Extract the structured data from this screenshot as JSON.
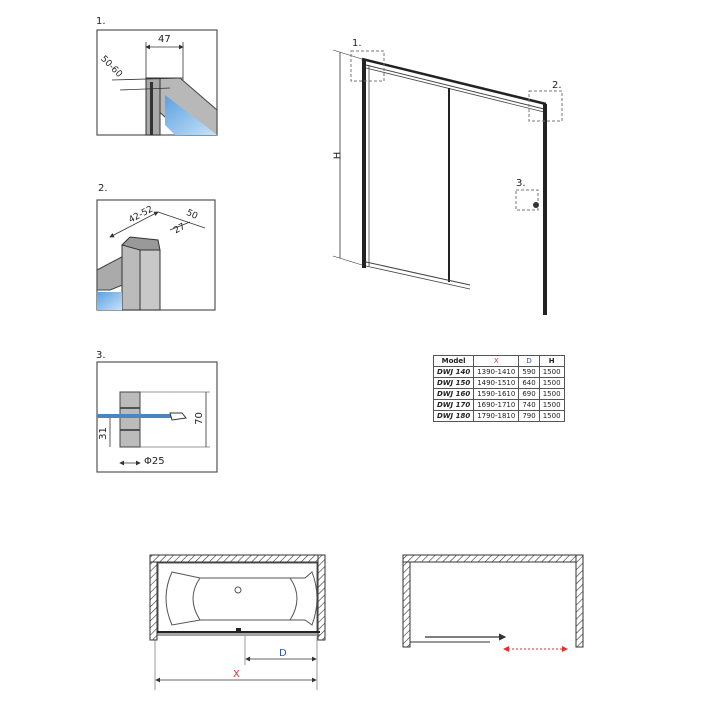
{
  "details": [
    {
      "number": "1.",
      "dims": [
        "47",
        "50-60"
      ]
    },
    {
      "number": "2.",
      "dims": [
        "42-52",
        "50",
        "27"
      ]
    },
    {
      "number": "3.",
      "dims": [
        "70",
        "31",
        "Φ25"
      ]
    }
  ],
  "front_view": {
    "height_label": "H",
    "callouts": [
      "1.",
      "2.",
      "3."
    ]
  },
  "spec_table": {
    "headers": [
      "Model",
      "X",
      "D",
      "H"
    ],
    "header_colors": {
      "X": "#e03030",
      "D": "#3050c0",
      "H": "#222222"
    },
    "rows": [
      [
        "DWJ 140",
        "1390-1410",
        "590",
        "1500"
      ],
      [
        "DWJ 150",
        "1490-1510",
        "640",
        "1500"
      ],
      [
        "DWJ 160",
        "1590-1610",
        "690",
        "1500"
      ],
      [
        "DWJ 170",
        "1690-1710",
        "740",
        "1500"
      ],
      [
        "DWJ 180",
        "1790-1810",
        "790",
        "1500"
      ]
    ]
  },
  "plan_view": {
    "d_label": "D",
    "x_label": "X",
    "d_color": "#3050c0",
    "x_color": "#e03030"
  },
  "slide_view": {
    "arrow_color": "#333333",
    "range_color": "#e03030"
  }
}
